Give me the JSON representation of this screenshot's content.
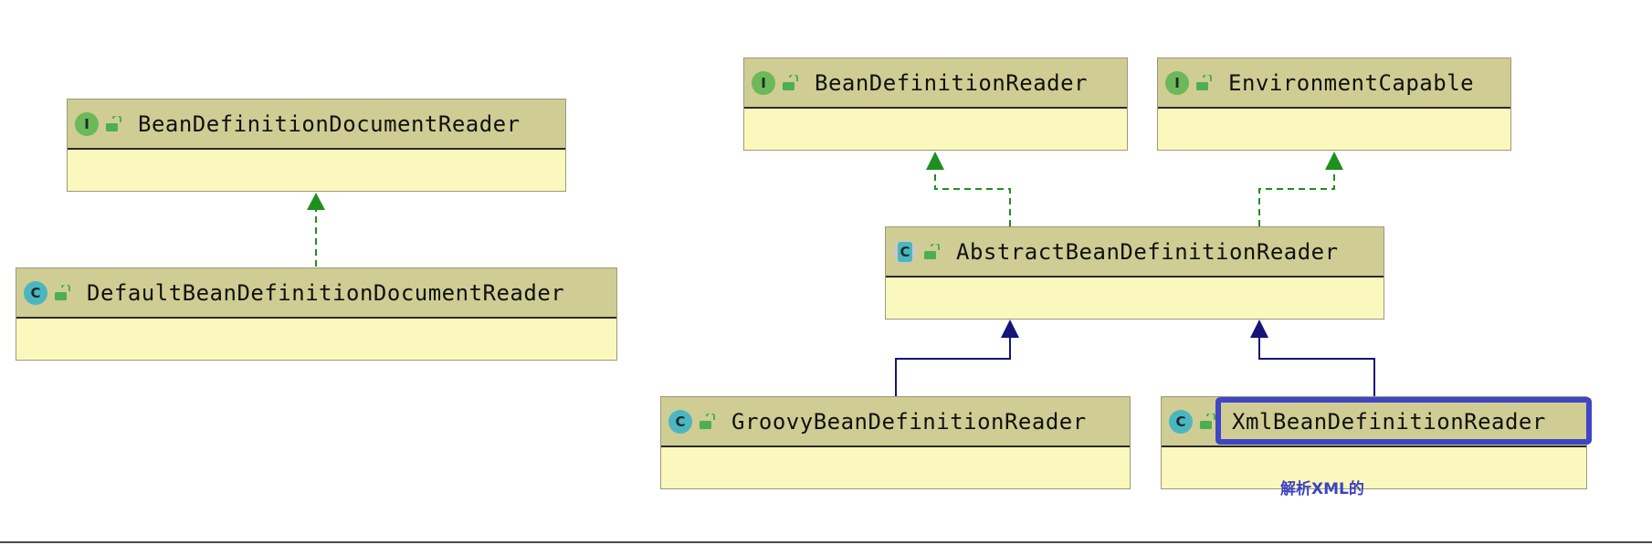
{
  "classes": {
    "bddr": {
      "name": "BeanDefinitionDocumentReader",
      "kind": "I",
      "icon": "interface-icon"
    },
    "dbddr": {
      "name": "DefaultBeanDefinitionDocumentReader",
      "kind": "C",
      "icon": "class-icon"
    },
    "bdr": {
      "name": "BeanDefinitionReader",
      "kind": "I",
      "icon": "interface-icon"
    },
    "ec": {
      "name": "EnvironmentCapable",
      "kind": "I",
      "icon": "interface-icon"
    },
    "abdr": {
      "name": "AbstractBeanDefinitionReader",
      "kind": "C",
      "icon": "abstract-class-icon"
    },
    "gbdr": {
      "name": "GroovyBeanDefinitionReader",
      "kind": "C",
      "icon": "class-icon"
    },
    "xbdr": {
      "name": "XmlBeanDefinitionReader",
      "kind": "C",
      "icon": "class-icon"
    }
  },
  "annotation": {
    "text": "解析XML的"
  },
  "relations": [
    {
      "from": "DefaultBeanDefinitionDocumentReader",
      "to": "BeanDefinitionDocumentReader",
      "type": "implements"
    },
    {
      "from": "AbstractBeanDefinitionReader",
      "to": "BeanDefinitionReader",
      "type": "implements"
    },
    {
      "from": "AbstractBeanDefinitionReader",
      "to": "EnvironmentCapable",
      "type": "implements"
    },
    {
      "from": "GroovyBeanDefinitionReader",
      "to": "AbstractBeanDefinitionReader",
      "type": "extends"
    },
    {
      "from": "XmlBeanDefinitionReader",
      "to": "AbstractBeanDefinitionReader",
      "type": "extends"
    }
  ],
  "colors": {
    "header": "#cfcd93",
    "body": "#fbf8bd",
    "implements_edge": "#1f8f1f",
    "extends_edge": "#14147a",
    "highlight": "#3f45c5",
    "interface_badge": "#6cb85a",
    "class_badge": "#4bb6c0"
  }
}
